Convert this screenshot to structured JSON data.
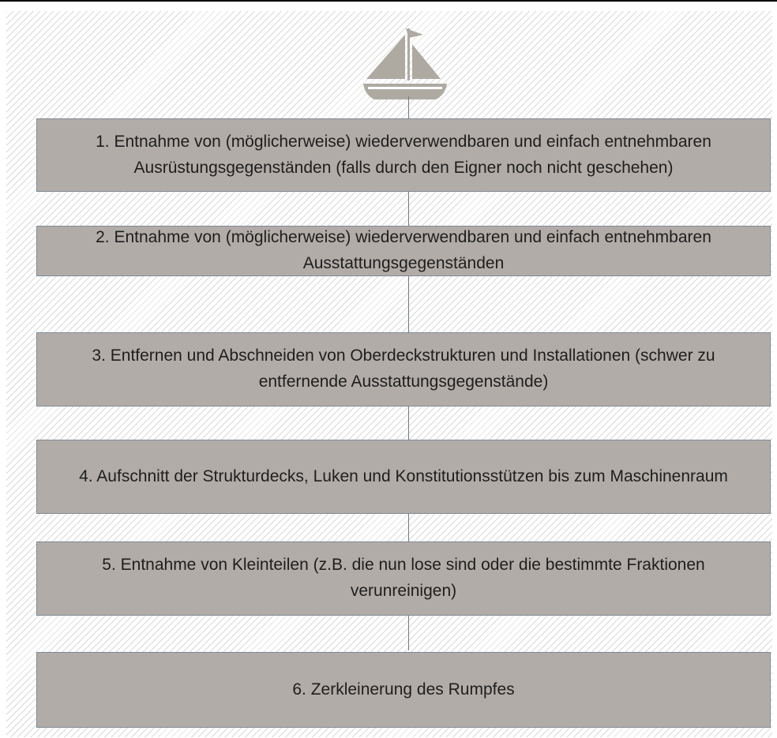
{
  "icons": {
    "top": "sailboat-icon"
  },
  "colors": {
    "box_fill": "#b2aca8",
    "box_border": "#7f8a95",
    "connector": "#6f7b87",
    "boat": "#aeaaa2"
  },
  "steps": [
    {
      "label": "1. Entnahme von (möglicherweise) wiederverwendbaren und einfach entnehmbaren Ausrüstungsgegenständen (falls durch den Eigner noch nicht geschehen)"
    },
    {
      "label": "2. Entnahme von (möglicherweise) wiederverwendbaren und einfach entnehmbaren Ausstattungsgegenständen"
    },
    {
      "label": "3. Entfernen und Abschneiden von Oberdeckstrukturen und Installationen (schwer zu entfernende Ausstattungsgegenstände)"
    },
    {
      "label": "4. Aufschnitt der Strukturdecks, Luken und Konstitutionsstützen bis zum Maschinenraum"
    },
    {
      "label": "5. Entnahme von Kleinteilen (z.B. die nun lose sind oder die bestimmte Fraktionen verunreinigen)"
    },
    {
      "label": "6. Zerkleinerung des Rumpfes"
    }
  ]
}
